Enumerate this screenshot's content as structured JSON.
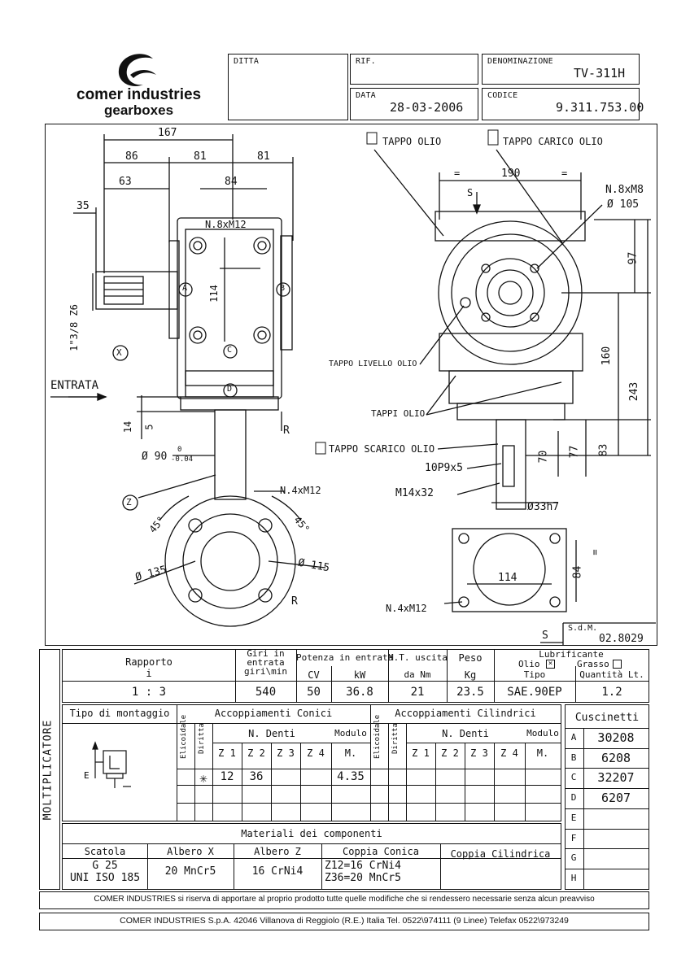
{
  "company": {
    "name": "comer industries",
    "sub": "gearboxes"
  },
  "header": {
    "ditta_label": "DITTA",
    "rif_label": "RIF.",
    "data_label": "DATA",
    "data_value": "28-03-2006",
    "denominazione_label": "DENOMINAZIONE",
    "denominazione_value": "TV-311H",
    "codice_label": "CODICE",
    "codice_value": "9.311.753.00"
  },
  "drawing": {
    "dims_left": [
      "167",
      "86",
      "81",
      "81",
      "63",
      "84",
      "35",
      "N.8xM12",
      "114",
      "1\"3/8 Z6",
      "14",
      "5",
      "R",
      "Ø 90",
      "0",
      "-0.04",
      "A",
      "B",
      "C",
      "D",
      "X",
      "Z",
      "ENTRATA"
    ],
    "dims_bottom_left": [
      "N.4xM12",
      "45°",
      "45°",
      "Ø 135",
      "Ø 115",
      "R"
    ],
    "labels_right": [
      "TAPPO OLIO",
      "TAPPO CARICO OLIO",
      "TAPPO LIVELLO OLIO",
      "TAPPI OLIO",
      "TAPPO SCARICO OLIO",
      "10P9x5",
      "M14x32",
      "Ø33h7",
      "N.4xM12"
    ],
    "dims_right": [
      "190",
      "=",
      "=",
      "S",
      "N.8xM8",
      "Ø 105",
      "97",
      "160",
      "243",
      "70",
      "77",
      "83",
      "114",
      "84",
      "="
    ],
    "sdm_label": "S.d.M.",
    "sdm_value": "02.8029",
    "s_mark": "S"
  },
  "specs": {
    "rapporto_label": "Rapporto",
    "rapporto_sub": "i",
    "rapporto_value": "1 : 3",
    "giri_label1": "Giri in",
    "giri_label2": "entrata",
    "giri_label3": "giri\\min",
    "giri_value": "540",
    "potenza_label": "Potenza in entrata",
    "cv_label": "CV",
    "kw_label": "kW",
    "cv_value": "50",
    "kw_value": "36.8",
    "mt_label": "M.T. uscita",
    "mt_unit": "da Nm",
    "mt_value": "21",
    "peso_label": "Peso",
    "peso_unit": "Kg",
    "peso_value": "23.5",
    "lub_label": "Lubrificante",
    "olio_label": "Olio",
    "grasso_label": "Grasso",
    "tipo_label": "Tipo",
    "tipo_value": "SAE.90EP",
    "qty_label": "Quantità Lt.",
    "qty_value": "1.2"
  },
  "side_label": "MOLTIPLICATORE",
  "mounting": {
    "title": "Tipo di montaggio",
    "e_label": "E"
  },
  "coniche": {
    "title": "Accoppiamenti Conici",
    "elicoidale": "Elicoidale",
    "diritta": "Diritta",
    "n_denti": "N.  Denti",
    "modulo": "Modulo",
    "m": "M.",
    "z1": "Z 1",
    "z2": "Z 2",
    "z3": "Z 3",
    "z4": "Z 4",
    "mark": "✳",
    "z1_value": "12",
    "z2_value": "36",
    "m_value": "4.35"
  },
  "cilindrici": {
    "title": "Accoppiamenti Cilindrici",
    "elicoidale": "Elicoidale",
    "diritta": "Diritta",
    "n_denti": "N.  Denti",
    "modulo": "Modulo",
    "m": "M.",
    "z1": "Z 1",
    "z2": "Z 2",
    "z3": "Z 3",
    "z4": "Z 4"
  },
  "cuscinetti": {
    "title": "Cuscinetti",
    "rows": [
      {
        "k": "A",
        "v": "30208"
      },
      {
        "k": "B",
        "v": "6208"
      },
      {
        "k": "C",
        "v": "32207"
      },
      {
        "k": "D",
        "v": "6207"
      },
      {
        "k": "E",
        "v": ""
      },
      {
        "k": "F",
        "v": ""
      },
      {
        "k": "G",
        "v": ""
      },
      {
        "k": "H",
        "v": ""
      }
    ]
  },
  "materiali": {
    "title": "Materiali dei componenti",
    "scatola": "Scatola",
    "scatola_v1": "G 25",
    "scatola_v2": "UNI ISO 185",
    "albero_x": "Albero  X",
    "albero_x_v": "20 MnCr5",
    "albero_z": "Albero  Z",
    "albero_z_v": "16 CrNi4",
    "conica": "Coppia Conica",
    "conica_v1": "Z12=16 CrNi4",
    "conica_v2": "Z36=20 MnCr5",
    "cilindrica": "Coppia Cilindrica"
  },
  "footer": {
    "note": "COMER INDUSTRIES si riserva di apportare al proprio prodotto tutte quelle modifiche che si rendessero necessarie senza alcun preavviso",
    "address": "COMER INDUSTRIES S.p.A. 42046 Villanova di Reggiolo (R.E.) Italia Tel. 0522\\974111 (9 Linee) Telefax 0522\\973249"
  }
}
